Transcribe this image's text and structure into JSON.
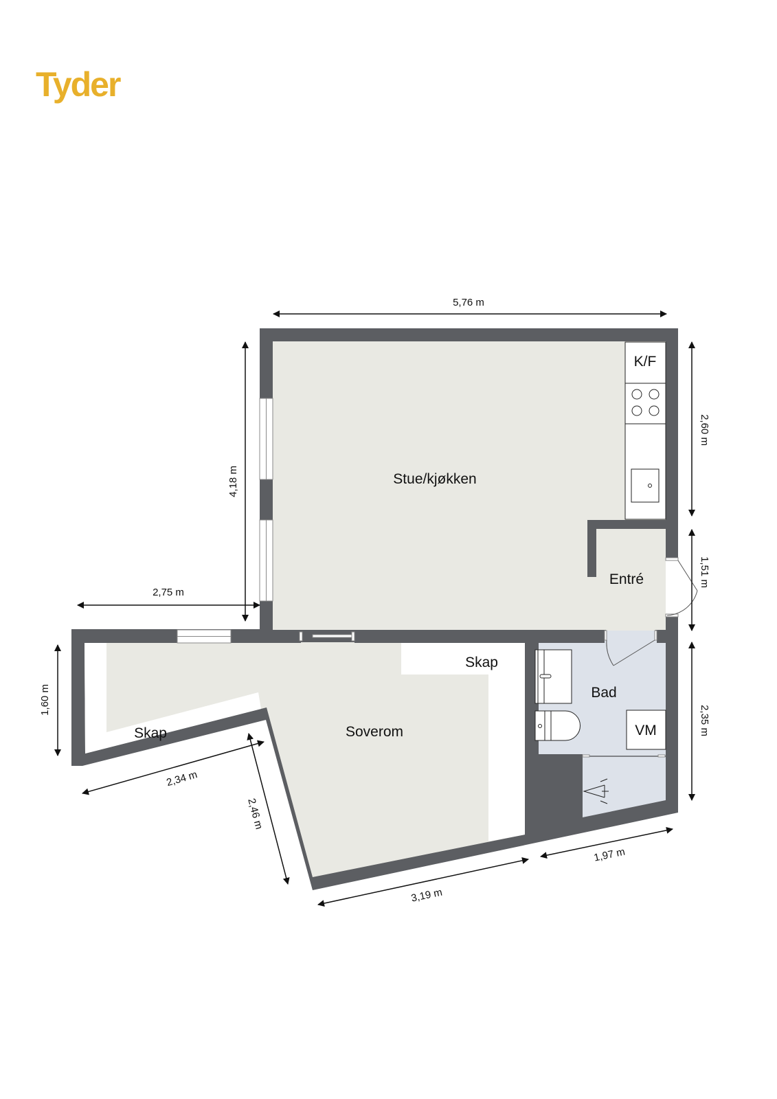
{
  "brand": {
    "name": "Tyder",
    "color": "#e8b02b"
  },
  "colors": {
    "wall": "#5c5e62",
    "floor": "#e9e9e3",
    "bath_floor": "#dde2ea",
    "fixture": "#ffffff",
    "line": "#111111"
  },
  "rooms": {
    "living_kitchen": "Stue/kjøkken",
    "entrance": "Entré",
    "bathroom": "Bad",
    "bedroom": "Soverom",
    "closet_bedroom": "Skap",
    "closet_left": "Skap"
  },
  "fixtures": {
    "fridge": "K/F",
    "washing_machine": "VM"
  },
  "dimensions": {
    "top_width": "5,76 m",
    "left_height": "4,18 m",
    "right_upper": "2,60 m",
    "right_entrance": "1,51 m",
    "right_lower": "2,35 m",
    "left_extension_width": "2,75 m",
    "left_closet_height": "1,60 m",
    "diagonal_lower_left": "2,34 m",
    "diagonal_bedroom_side": "2,46 m",
    "bottom_bedroom": "3,19 m",
    "bottom_bathroom": "1,97 m"
  }
}
